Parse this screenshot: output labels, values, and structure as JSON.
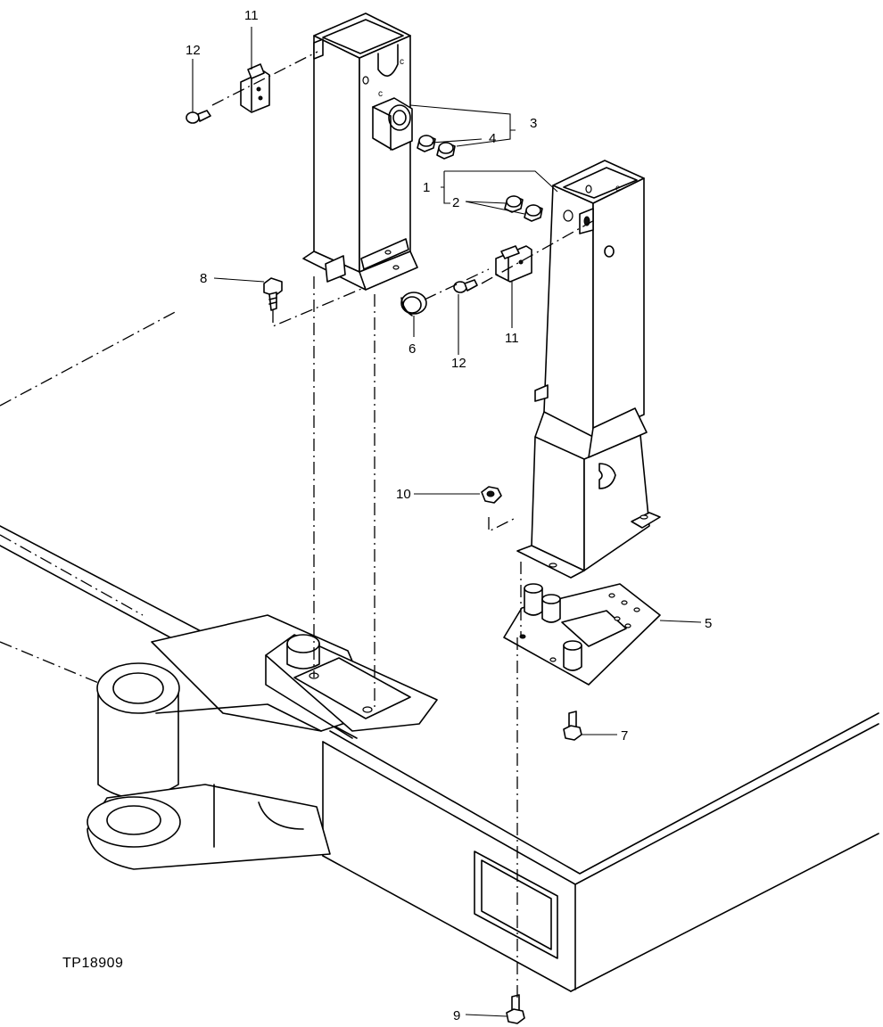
{
  "diagram": {
    "figure_id": "TP18909",
    "callouts": {
      "c1": "1",
      "c2": "2",
      "c3": "3",
      "c4": "4",
      "c5": "5",
      "c6": "6",
      "c7": "7",
      "c8": "8",
      "c9": "9",
      "c10": "10",
      "c11_top": "11",
      "c11_mid": "11",
      "c12_top": "12",
      "c12_mid": "12"
    }
  }
}
